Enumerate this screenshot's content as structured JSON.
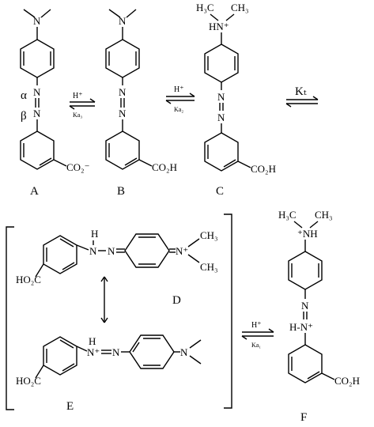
{
  "compound_labels": {
    "A": "A",
    "B": "B",
    "C": "C",
    "D": "D",
    "E": "E",
    "F": "F"
  },
  "positions": {
    "alpha": "α",
    "beta": "β"
  },
  "arrows": {
    "a_b": {
      "top": "H⁺",
      "bottom": "Ka₃"
    },
    "b_c": {
      "top": "H⁺",
      "bottom": "Ka₂"
    },
    "c_d": {
      "top": "Kₜ"
    },
    "def": {
      "top": "H⁺",
      "bottom": "Ka₁"
    }
  },
  "atoms": {
    "n": "N",
    "nh": "NH",
    "n_plus": "N⁺",
    "hn_plus": "HN⁺",
    "nh_plus": "⁺NH",
    "h_n_plus": "H-N⁺",
    "h": "H",
    "h3c": "H₃C",
    "ch3": "CH₃",
    "co2_minus": "CO₂⁻",
    "co2h": "CO₂H",
    "ho2c": "HO₂C"
  }
}
